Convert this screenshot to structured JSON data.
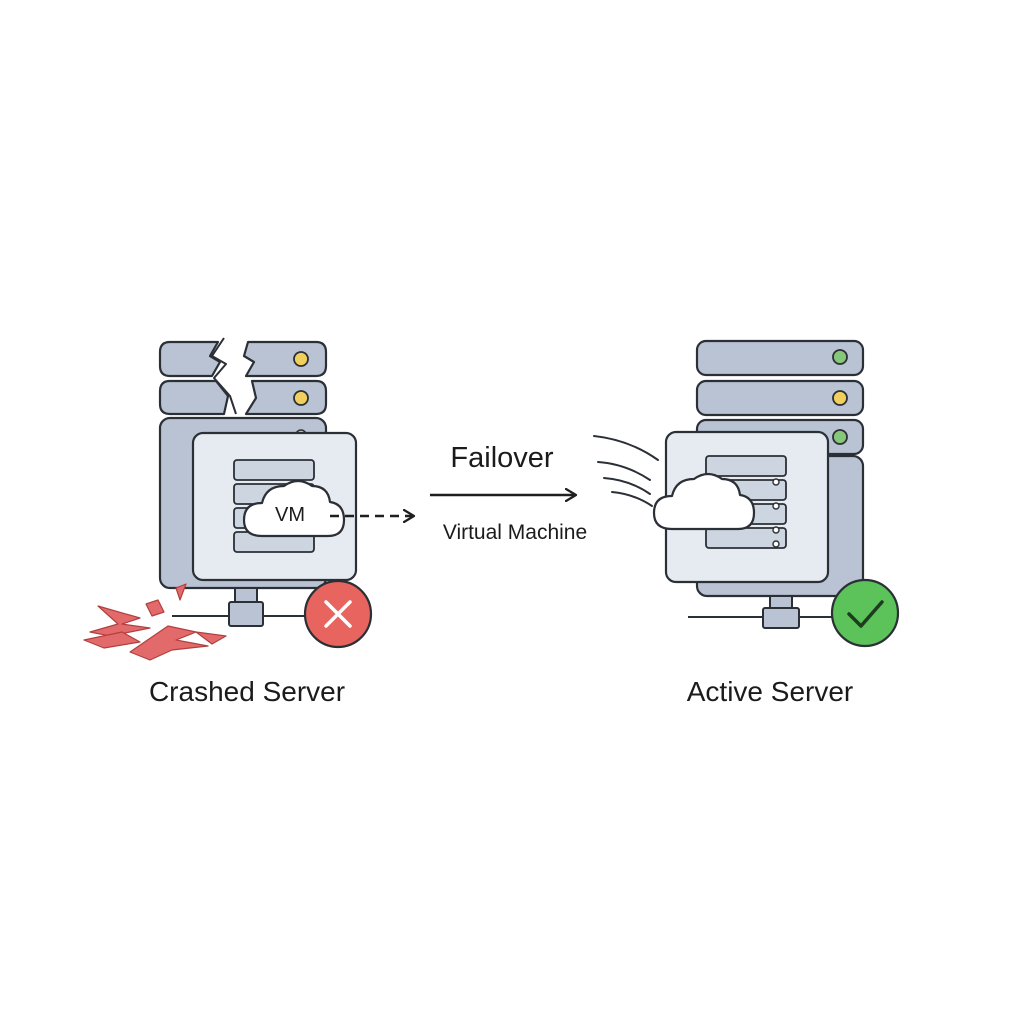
{
  "diagram": {
    "left_server": {
      "label": "Crashed Server",
      "vm_label": "VM",
      "status": "failed",
      "status_icon": "x-icon"
    },
    "right_server": {
      "label": "Active Server",
      "status": "ok",
      "status_icon": "check-icon"
    },
    "transfer": {
      "title": "Failover",
      "subtitle": "Virtual Machine"
    }
  },
  "colors": {
    "server_body": "#b9c3d3",
    "server_panel": "#e6ebf2",
    "outline": "#2b2f36",
    "led_yellow": "#f0cf5c",
    "led_green": "#86c77a",
    "fail_red": "#e8655f",
    "success_green": "#5cc25a",
    "debris_red": "#e36a6a"
  }
}
